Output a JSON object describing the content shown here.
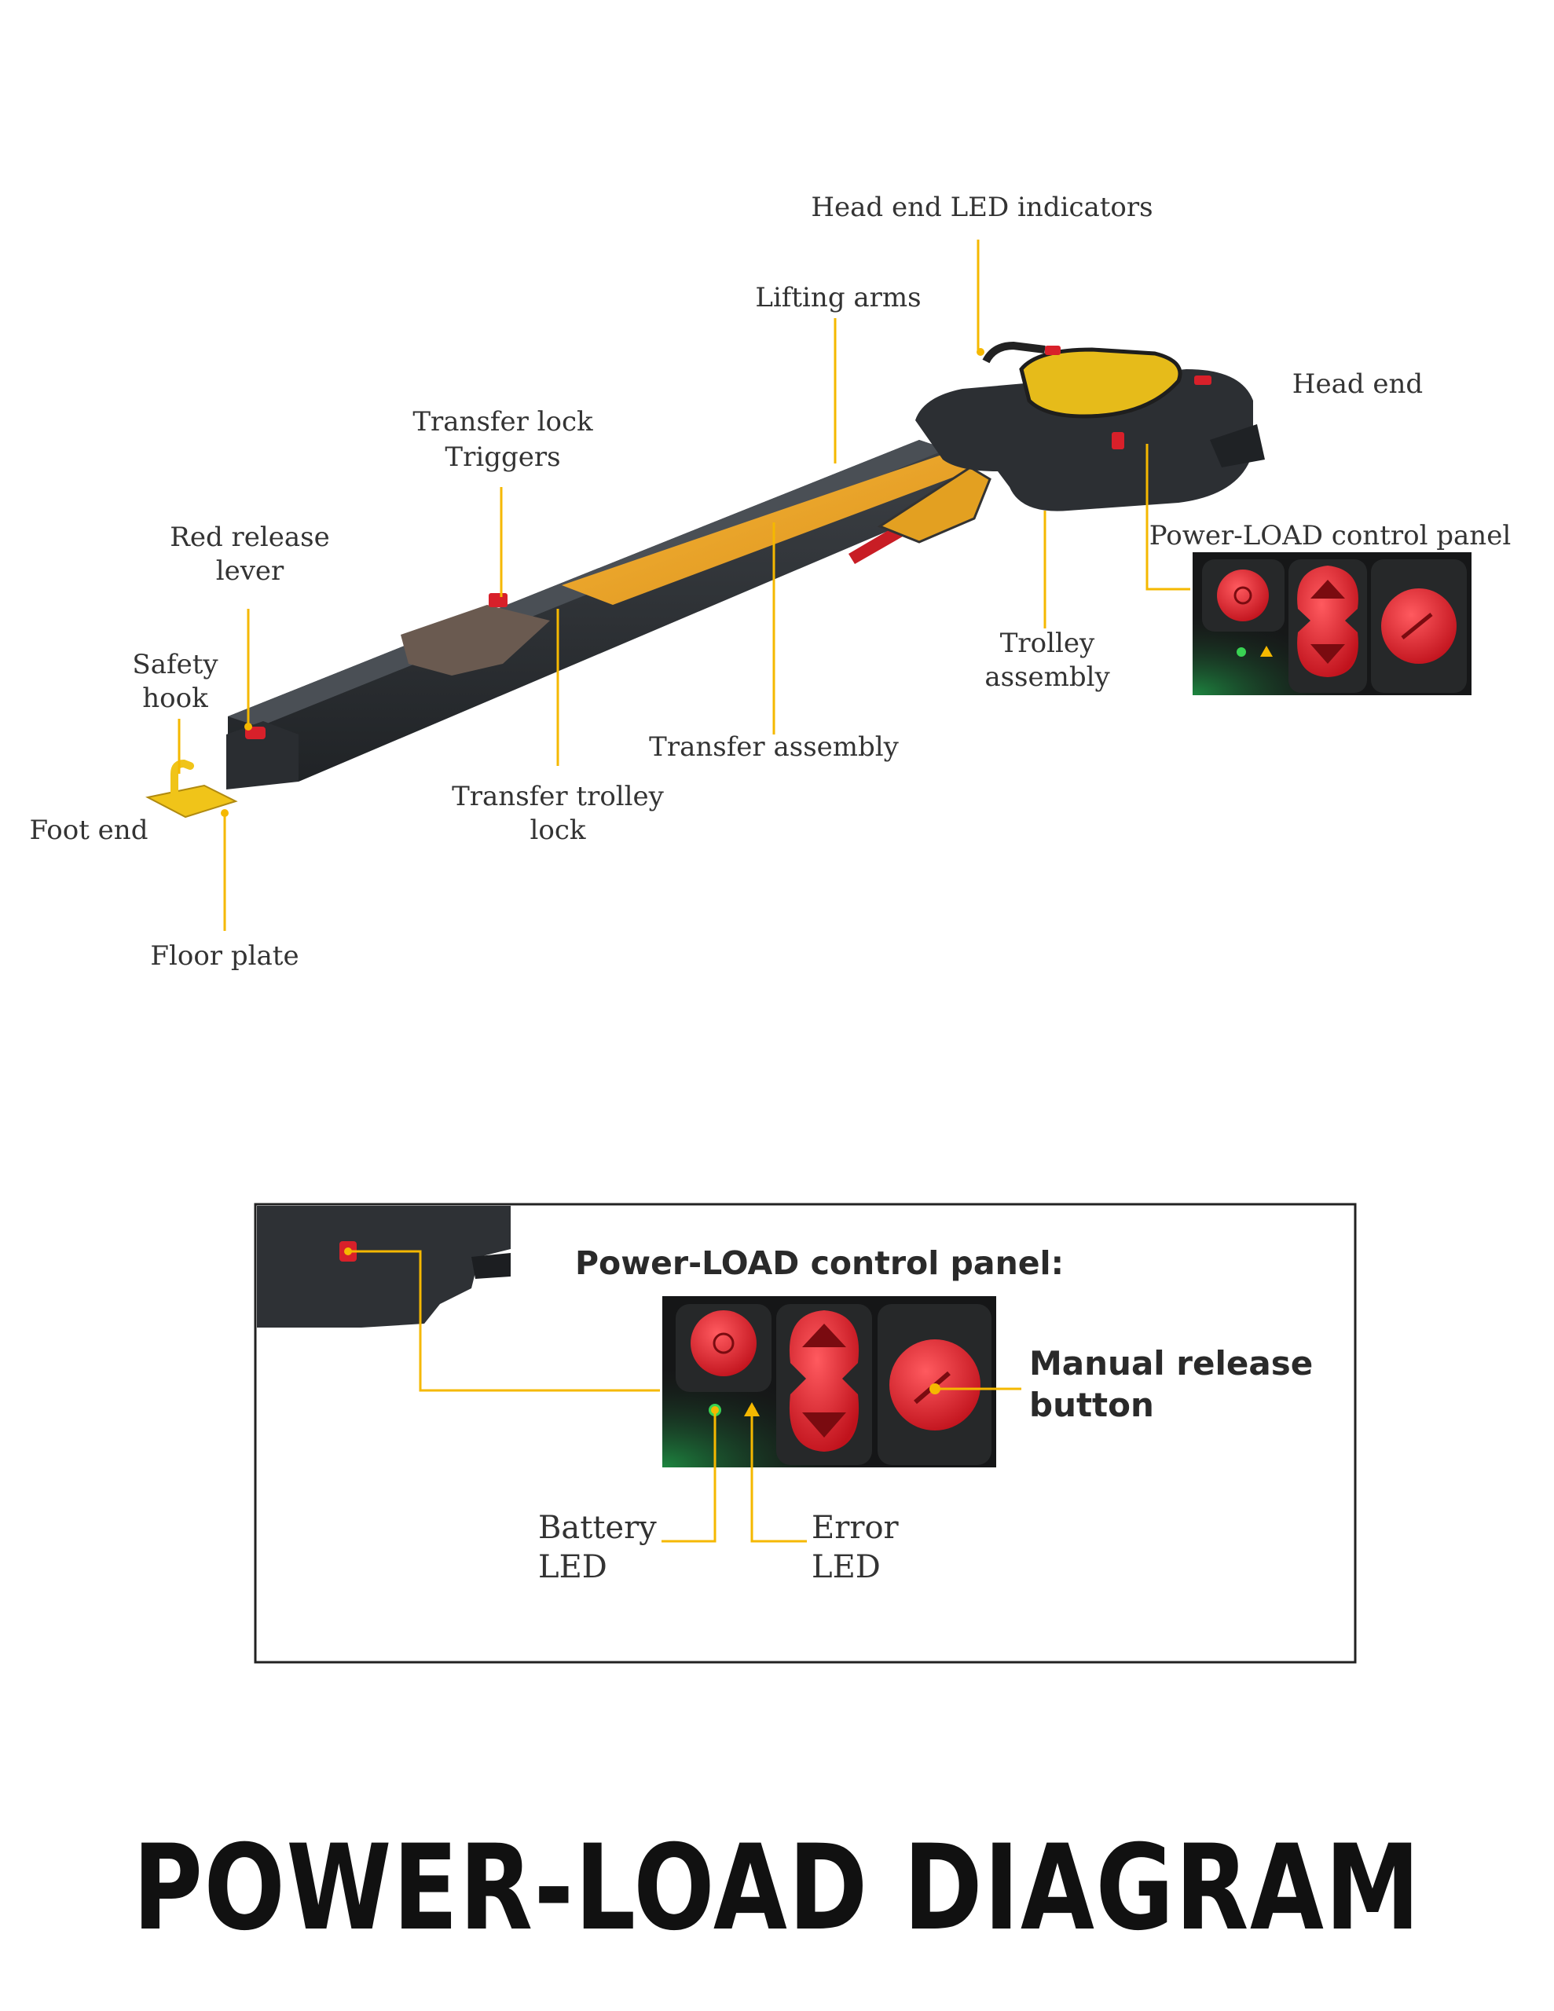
{
  "labels": {
    "head_end_led": "Head end LED indicators",
    "lifting_arms": "Lifting arms",
    "head_end": "Head end",
    "transfer_lock_1": "Transfer lock",
    "transfer_lock_2": "Triggers",
    "red_release_1": "Red release",
    "red_release_2": "lever",
    "power_load_panel": "Power-LOAD control panel",
    "safety_hook_1": "Safety",
    "safety_hook_2": "hook",
    "trolley_1": "Trolley",
    "trolley_2": "assembly",
    "transfer_assembly": "Transfer assembly",
    "transfer_trolley_1": "Transfer trolley",
    "transfer_trolley_2": "lock",
    "foot_end": "Foot end",
    "floor_plate": "Floor plate"
  },
  "detail": {
    "panel_title": "Power-LOAD control panel:",
    "manual_release_1": "Manual release",
    "manual_release_2": "button",
    "battery_1": "Battery",
    "battery_2": "LED",
    "error_1": "Error",
    "error_2": "LED"
  },
  "title": "POWER-LOAD DIAGRAM",
  "colors": {
    "accent_yellow": "#f5b800",
    "body_dark": "#2f3236",
    "button_red": "#e0202c",
    "led_green": "#39d353"
  }
}
